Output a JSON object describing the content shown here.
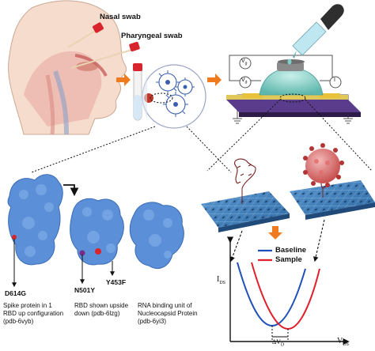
{
  "labels": {
    "nasal_swab": "Nasal swab",
    "pharyngeal_swab": "Pharyngeal swab",
    "mutation_d614g": "D614G",
    "mutation_n501y": "N501Y",
    "mutation_y453f": "Y453F",
    "caption_spike": "Spike protein in 1 RBD up configuration (pdb-6vyb)",
    "caption_rbd": "RBD shown upside down (pdb-6lzg)",
    "caption_rna": "RNA binding unit of Nucleocapsid Protein (pdb-6yi3)",
    "meter_vg": "V",
    "meter_vg_sub": "g",
    "meter_vd": "V",
    "meter_vd_sub": "d",
    "meter_i": "I"
  },
  "legend": {
    "baseline": "Baseline",
    "sample": "Sample"
  },
  "axes": {
    "y_label": "I",
    "y_sub": "DS",
    "x_label": "V",
    "x_sub": "DS",
    "shift_label": "ΔV",
    "shift_sub": "D"
  },
  "colors": {
    "baseline": "#1f4fb8",
    "sample": "#e0202a",
    "arrow_orange": "#f07a1e",
    "protein_blue": "#5b8fd8",
    "substrate_blue": "#3d78b8",
    "device_purple": "#5b3c8c",
    "droplet": "#7fd0c8"
  }
}
